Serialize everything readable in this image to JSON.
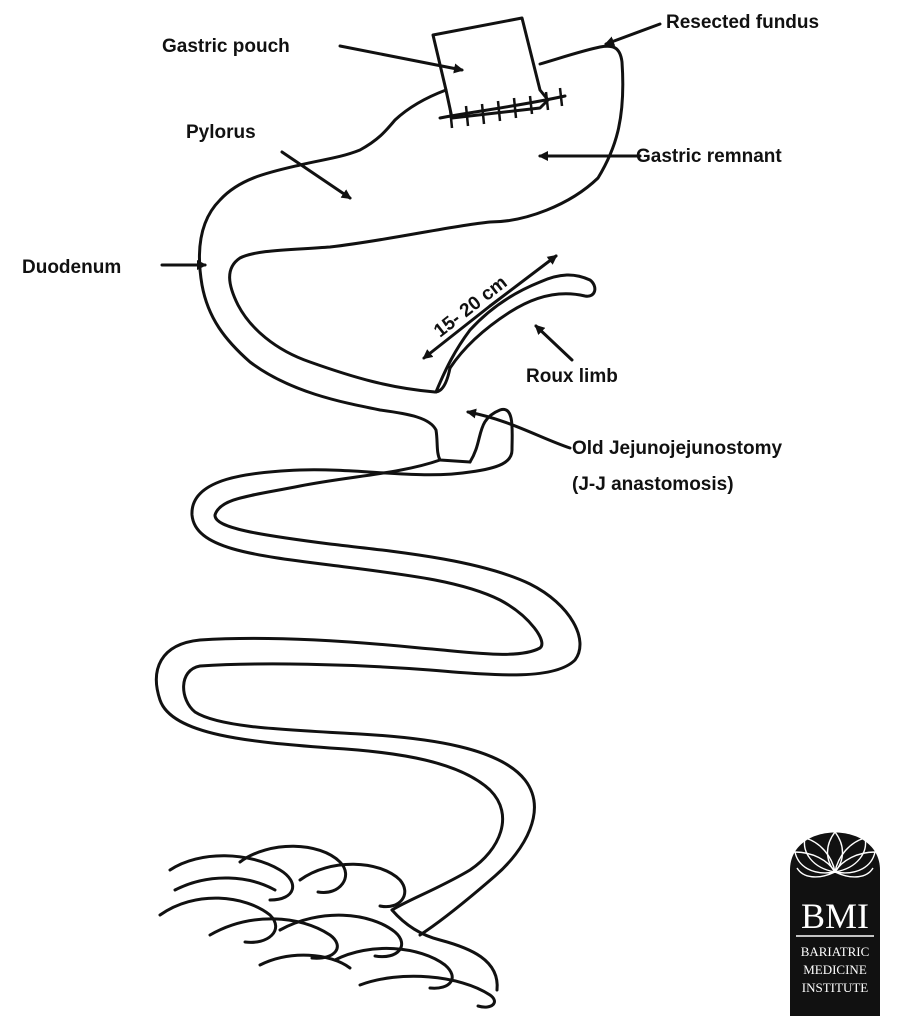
{
  "labels": {
    "gastric_pouch": "Gastric pouch",
    "resected_fundus": "Resected fundus",
    "pylorus": "Pylorus",
    "gastric_remnant": "Gastric remnant",
    "duodenum": "Duodenum",
    "measurement": "15- 20 cm",
    "roux_limb": "Roux limb",
    "jj_line1": "Old Jejunojejunostomy",
    "jj_line2": "(J-J anastomosis)"
  },
  "logo": {
    "initials": "BMI",
    "line1": "BARIATRIC",
    "line2": "MEDICINE",
    "line3": "INSTITUTE"
  },
  "colors": {
    "ink": "#111111",
    "background": "#ffffff"
  }
}
